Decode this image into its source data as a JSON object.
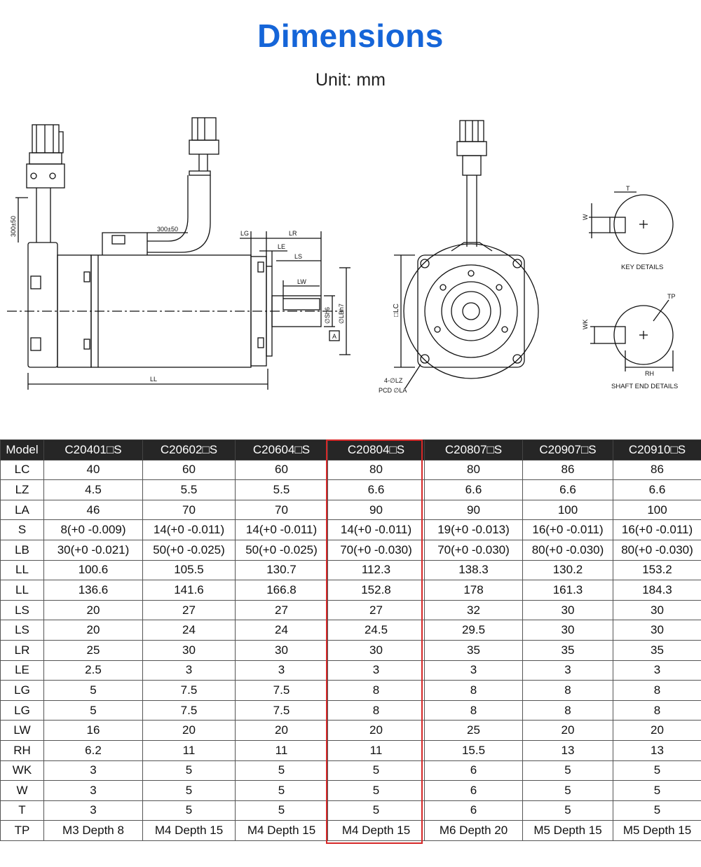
{
  "header": {
    "title": "Dimensions",
    "unit": "Unit: mm"
  },
  "drawing_labels": {
    "cable_length_vertical": "300±50",
    "cable_length_top": "300±50",
    "lg": "LG",
    "lr": "LR",
    "le": "LE",
    "ls": "LS",
    "lw": "LW",
    "s_dia": "∅Sh6",
    "lb_dia": "∅LBh7",
    "datum": "A",
    "ll": "LL",
    "lc": "□LC",
    "lz": "4-∅LZ",
    "pcd": "PCD ∅LA",
    "t": "T",
    "w": "W",
    "key_details": "KEY DETAILS",
    "tp": "TP",
    "wk": "WK",
    "rh": "RH",
    "shaft_end_details": "SHAFT END DETAILS"
  },
  "table": {
    "columns": [
      "Model",
      "C20401□S",
      "C20602□S",
      "C20604□S",
      "C20804□S",
      "C20807□S",
      "C20907□S",
      "C20910□S"
    ],
    "rows": [
      [
        "LC",
        "40",
        "60",
        "60",
        "80",
        "80",
        "86",
        "86"
      ],
      [
        "LZ",
        "4.5",
        "5.5",
        "5.5",
        "6.6",
        "6.6",
        "6.6",
        "6.6"
      ],
      [
        "LA",
        "46",
        "70",
        "70",
        "90",
        "90",
        "100",
        "100"
      ],
      [
        "S",
        "8(+0 -0.009)",
        "14(+0 -0.011)",
        "14(+0 -0.011)",
        "14(+0 -0.011)",
        "19(+0 -0.013)",
        "16(+0 -0.011)",
        "16(+0 -0.011)"
      ],
      [
        "LB",
        "30(+0 -0.021)",
        "50(+0 -0.025)",
        "50(+0 -0.025)",
        "70(+0 -0.030)",
        "70(+0 -0.030)",
        "80(+0 -0.030)",
        "80(+0 -0.030)"
      ],
      [
        "LL",
        "100.6",
        "105.5",
        "130.7",
        "112.3",
        "138.3",
        "130.2",
        "153.2"
      ],
      [
        "LL",
        "136.6",
        "141.6",
        "166.8",
        "152.8",
        "178",
        "161.3",
        "184.3"
      ],
      [
        "LS",
        "20",
        "27",
        "27",
        "27",
        "32",
        "30",
        "30"
      ],
      [
        "LS",
        "20",
        "24",
        "24",
        "24.5",
        "29.5",
        "30",
        "30"
      ],
      [
        "LR",
        "25",
        "30",
        "30",
        "30",
        "35",
        "35",
        "35"
      ],
      [
        "LE",
        "2.5",
        "3",
        "3",
        "3",
        "3",
        "3",
        "3"
      ],
      [
        "LG",
        "5",
        "7.5",
        "7.5",
        "8",
        "8",
        "8",
        "8"
      ],
      [
        "LG",
        "5",
        "7.5",
        "7.5",
        "8",
        "8",
        "8",
        "8"
      ],
      [
        "LW",
        "16",
        "20",
        "20",
        "20",
        "25",
        "20",
        "20"
      ],
      [
        "RH",
        "6.2",
        "11",
        "11",
        "11",
        "15.5",
        "13",
        "13"
      ],
      [
        "WK",
        "3",
        "5",
        "5",
        "5",
        "6",
        "5",
        "5"
      ],
      [
        "W",
        "3",
        "5",
        "5",
        "5",
        "6",
        "5",
        "5"
      ],
      [
        "T",
        "3",
        "5",
        "5",
        "5",
        "6",
        "5",
        "5"
      ],
      [
        "TP",
        "M3 Depth 8",
        "M4 Depth 15",
        "M4 Depth 15",
        "M4 Depth 15",
        "M6 Depth 20",
        "M5 Depth 15",
        "M5 Depth 15"
      ]
    ],
    "highlight_color": "#d62828",
    "header_bg": "#262626"
  },
  "colors": {
    "title": "#1565d8"
  }
}
